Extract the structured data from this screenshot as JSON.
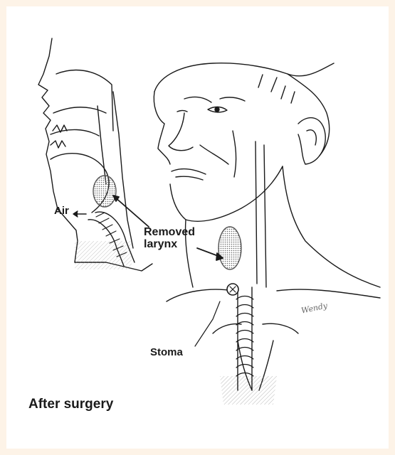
{
  "labels": {
    "air": "Air",
    "removed_line1": "Removed",
    "removed_line2": "larynx",
    "stoma": "Stoma"
  },
  "caption": "After surgery",
  "signature": "Wendy",
  "colors": {
    "background": "#fdf3e7",
    "ink": "#1a1a1a",
    "shading": "#8a8a8a"
  }
}
